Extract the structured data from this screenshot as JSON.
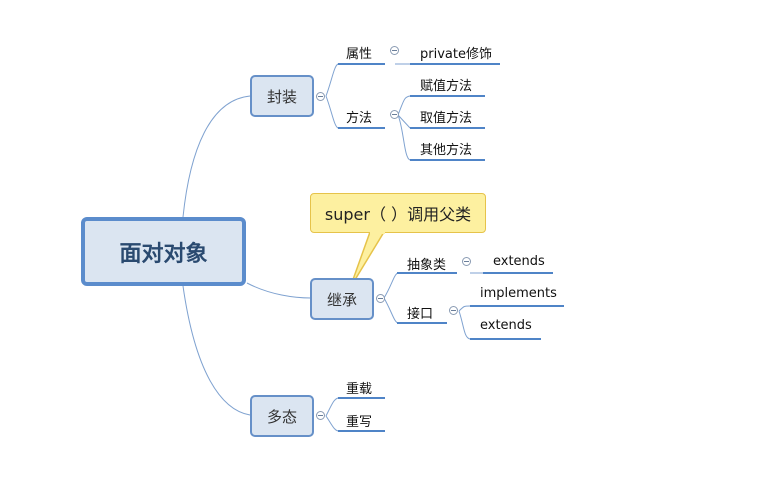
{
  "root": {
    "label": "面对对象"
  },
  "branches": {
    "encapsulation": {
      "label": "封装",
      "attribute": {
        "label": "属性",
        "modifier": "private修饰"
      },
      "method": {
        "label": "方法",
        "items": [
          "赋值方法",
          "取值方法",
          "其他方法"
        ]
      }
    },
    "inheritance": {
      "label": "继承",
      "abstract_class": {
        "label": "抽象类",
        "keyword": "extends"
      },
      "interface": {
        "label": "接口",
        "items": [
          "implements",
          "extends"
        ]
      }
    },
    "polymorphism": {
      "label": "多态",
      "items": [
        "重载",
        "重写"
      ]
    }
  },
  "callout": {
    "text": "super（ ）调用父类"
  },
  "colors": {
    "line": "#5b8ccc",
    "node_fill": "#dbe5f1",
    "callout_fill": "#fdf0a0",
    "callout_border": "#e6c34a"
  }
}
